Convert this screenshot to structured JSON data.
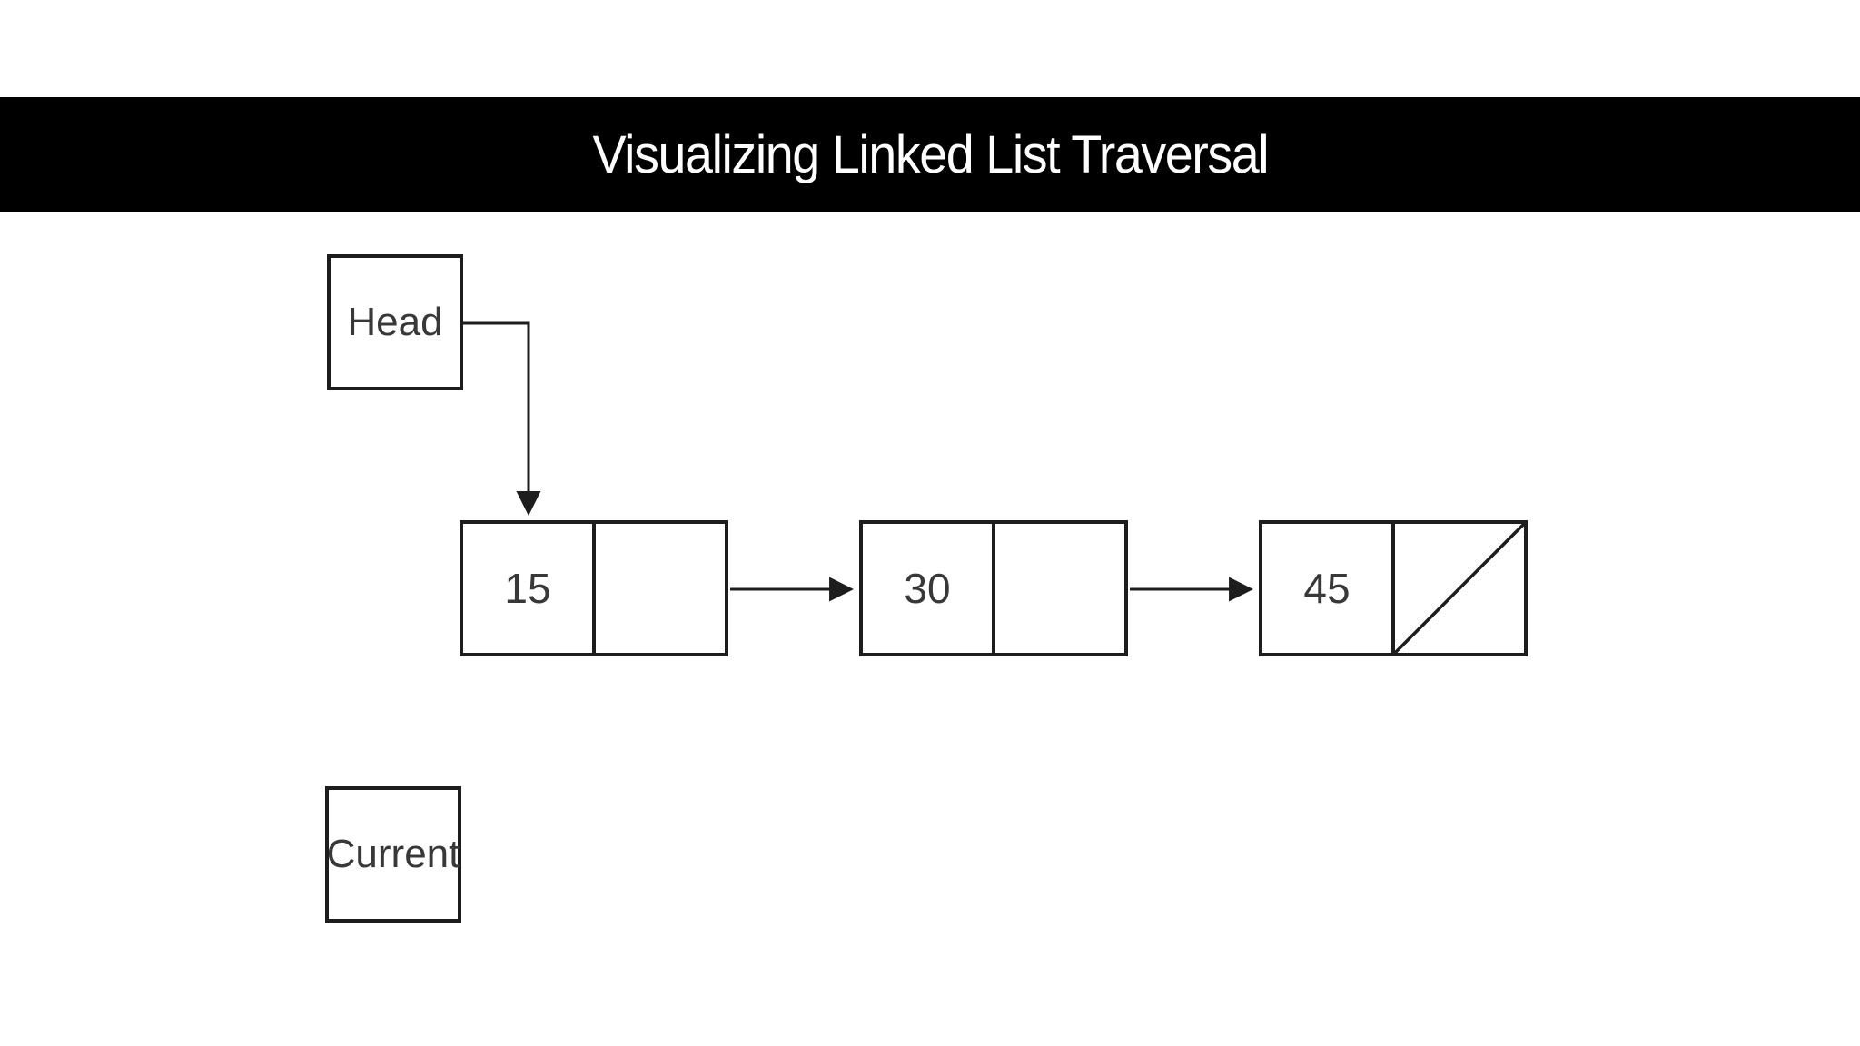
{
  "title_bar": {
    "title": "Visualizing Linked List Traversal"
  },
  "diagram": {
    "head_label": "Head",
    "current_label": "Current",
    "nodes": [
      {
        "value": "15",
        "next": "node-30"
      },
      {
        "value": "30",
        "next": "node-45"
      },
      {
        "value": "45",
        "next": "null",
        "null_marker": "diagonal-slash"
      }
    ]
  },
  "icons": {
    "arrowhead": "filled-triangle",
    "null_pointer": "diagonal-slash"
  },
  "colors": {
    "banner_bg": "#000000",
    "banner_text": "#ffffff",
    "line_color": "#1d1d1d",
    "box_fill": "#ffffff",
    "label_color": "#383838",
    "page_bg": "#ffffff"
  }
}
